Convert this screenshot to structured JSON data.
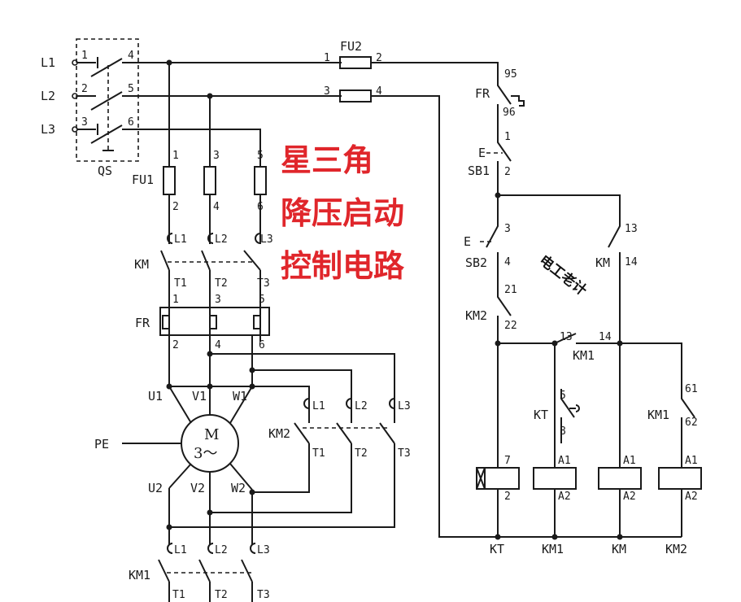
{
  "title_lines": [
    "星三角",
    "降压启动",
    "控制电路"
  ],
  "watermark": "电工老计",
  "colors": {
    "title": "#e0262b",
    "line": "#1a1a1a",
    "background": "#ffffff"
  },
  "power": {
    "phases": [
      "L1",
      "L2",
      "L3"
    ],
    "qs_label": "QS",
    "qs_terms_in": [
      "1",
      "2",
      "3"
    ],
    "qs_terms_out": [
      "4",
      "5",
      "6"
    ],
    "fu1_label": "FU1",
    "fu1_top": [
      "1",
      "3",
      "5"
    ],
    "fu1_bot": [
      "2",
      "4",
      "6"
    ],
    "km_label": "KM",
    "km_top": [
      "L1",
      "L2",
      "L3"
    ],
    "km_bot": [
      "T1",
      "T2",
      "T3"
    ],
    "fr_label": "FR",
    "fr_top": [
      "1",
      "3",
      "5"
    ],
    "fr_bot": [
      "2",
      "4",
      "6"
    ],
    "motor_top": [
      "U1",
      "V1",
      "W1"
    ],
    "motor_bot": [
      "U2",
      "V2",
      "W2"
    ],
    "motor_m": "M",
    "motor_sub": "3～",
    "pe": "PE",
    "km2_label": "KM2",
    "km2_top": [
      "L1",
      "L2",
      "L3"
    ],
    "km2_bot": [
      "T1",
      "T2",
      "T3"
    ],
    "km1_label": "KM1",
    "km1_top": [
      "L1",
      "L2",
      "L3"
    ],
    "km1_bot": [
      "T1",
      "T2",
      "T3"
    ]
  },
  "control": {
    "fu2_label": "FU2",
    "fu2_terms": [
      "1",
      "2",
      "3",
      "4"
    ],
    "fr_label": "FR",
    "fr_terms": [
      "95",
      "96"
    ],
    "sb1_label": "SB1",
    "sb1_terms": [
      "1",
      "2"
    ],
    "sb2_label": "SB2",
    "sb2_terms": [
      "3",
      "4"
    ],
    "km_label": "KM",
    "km_terms": [
      "13",
      "14"
    ],
    "km2_label": "KM2",
    "km2_terms": [
      "21",
      "22"
    ],
    "km1_label": "KM1",
    "km1_terms": [
      "13",
      "14"
    ],
    "kt_label": "KT",
    "kt_terms": [
      "5",
      "8"
    ],
    "km1b_label": "KM1",
    "km1b_terms": [
      "61",
      "62"
    ],
    "e_mark": "E",
    "coils": [
      {
        "name": "KT",
        "top": "7",
        "bot": "2"
      },
      {
        "name": "KM1",
        "top": "A1",
        "bot": "A2"
      },
      {
        "name": "KM",
        "top": "A1",
        "bot": "A2"
      },
      {
        "name": "KM2",
        "top": "A1",
        "bot": "A2"
      }
    ]
  }
}
